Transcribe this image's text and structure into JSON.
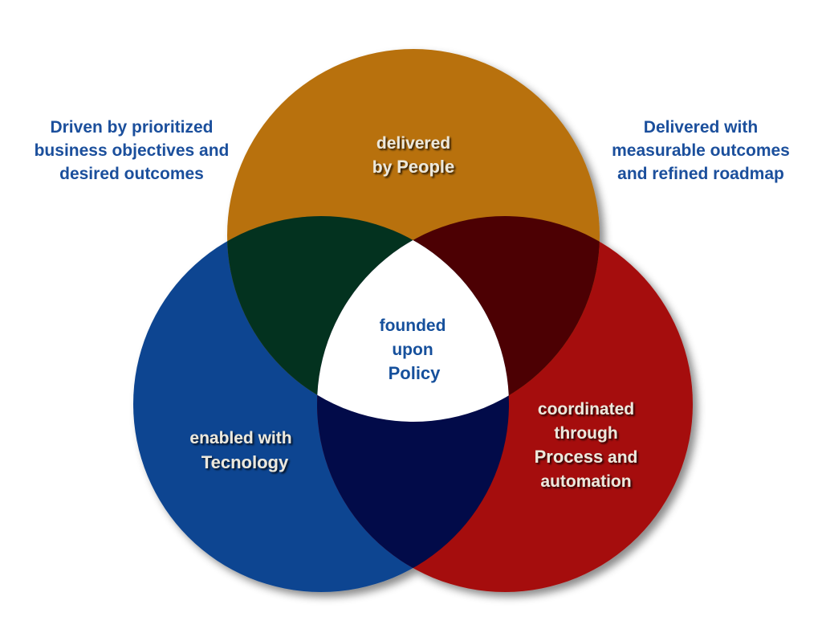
{
  "left_note": {
    "lines": [
      "Driven by prioritized",
      "business objectives and",
      "desired outcomes"
    ]
  },
  "right_note": {
    "lines": [
      "Delivered with",
      "measurable outcomes",
      "and refined roadmap"
    ]
  },
  "people_circle": {
    "line1": "delivered",
    "line2_prefix": "by ",
    "line2_emphasis": "People"
  },
  "technology_circle": {
    "line1": "enabled with",
    "line2_emphasis": "Tecnology"
  },
  "process_circle": {
    "line1": "coordinated",
    "line2": "through",
    "line3_emphasis": "Process",
    "line3_suffix": " and",
    "line4": "automation"
  },
  "center": {
    "line1": "founded",
    "line2": "upon",
    "line3_emphasis": "Policy"
  },
  "colors": {
    "people": "#b8710c",
    "technology": "#0d4591",
    "process": "#a50f0b",
    "people_technology": "#03321f",
    "people_process": "#4c0003",
    "technology_process": "#020b49",
    "center": "#ffffff",
    "side_text": "#1b4f9c",
    "circle_label": "#ece8dc",
    "center_label": "#16509c"
  }
}
